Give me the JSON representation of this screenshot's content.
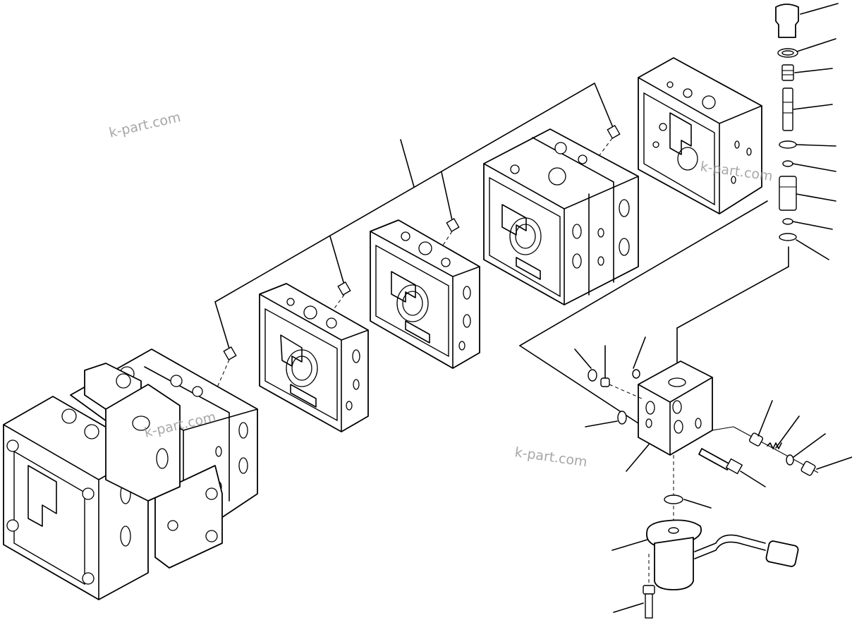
{
  "watermarks": [
    {
      "text": "k-part.com"
    },
    {
      "text": "k-part.com"
    },
    {
      "text": "k-part.com"
    },
    {
      "text": "k-part.com"
    }
  ],
  "colors": {
    "line": "#000000",
    "background": "#ffffff",
    "watermark": "#8a8a8a"
  },
  "parts": [
    "main-valve-assembly",
    "valve-section-1",
    "valve-section-2",
    "valve-section-3",
    "valve-section-end",
    "cartridge-stack",
    "solenoid-block",
    "solenoid-valve"
  ]
}
